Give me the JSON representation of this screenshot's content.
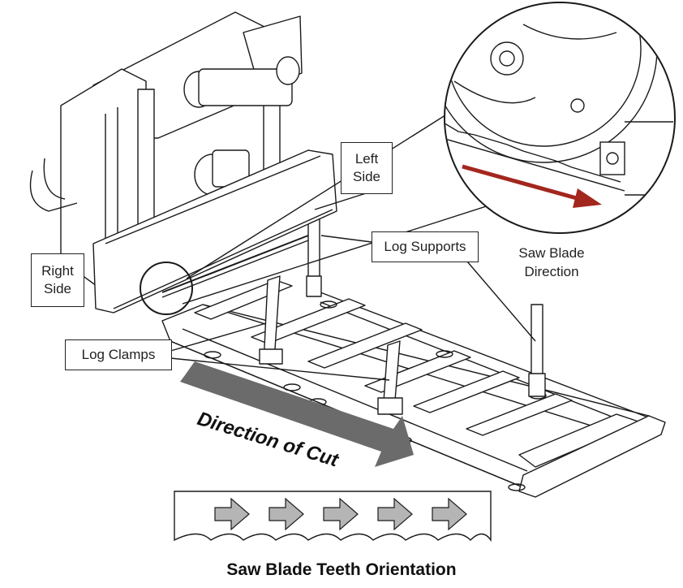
{
  "labels": {
    "left_side": [
      "Left",
      "Side"
    ],
    "right_side": [
      "Right",
      "Side"
    ],
    "log_supports": "Log Supports",
    "log_clamps": "Log Clamps",
    "saw_blade_direction": [
      "Saw Blade",
      "Direction"
    ],
    "direction_of_cut": "Direction of Cut",
    "teeth_orientation": "Saw Blade Teeth Orientation"
  },
  "colors": {
    "blade_arrow": "#a3271f",
    "cut_arrow": "#6b6b6b",
    "teeth_arrow": "#b5b5b5",
    "line": "#1a1a1a"
  }
}
